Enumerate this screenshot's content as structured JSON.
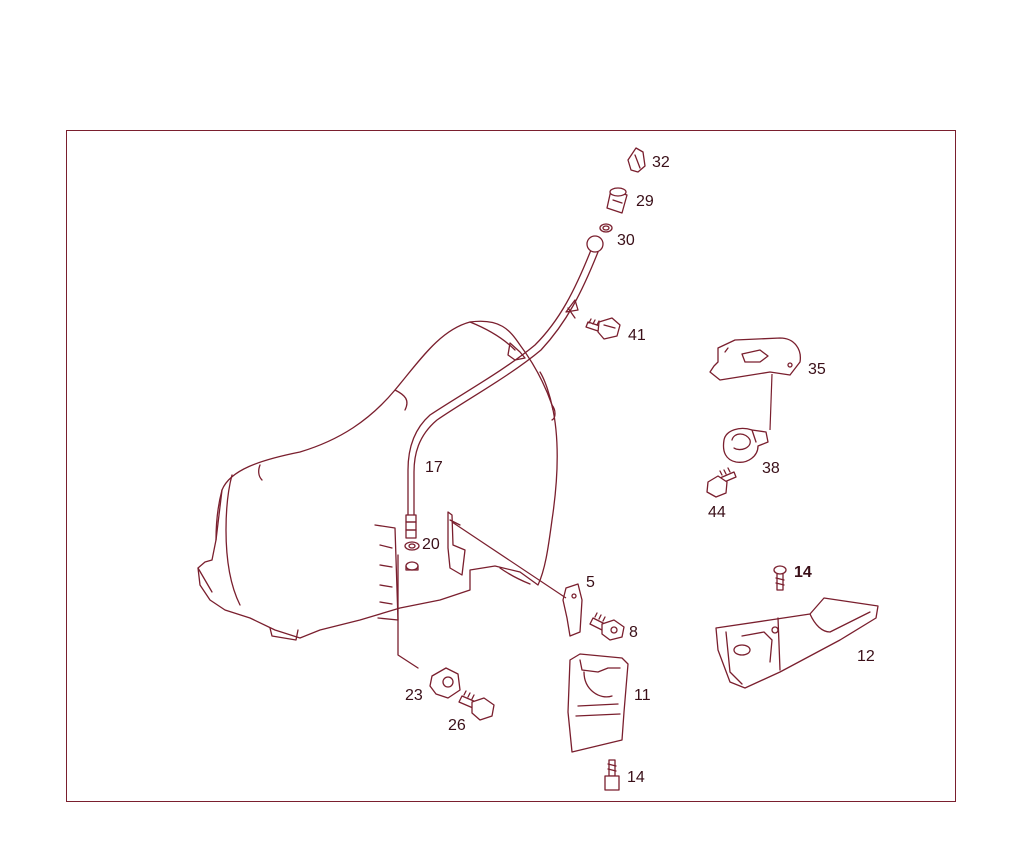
{
  "colors": {
    "line": "#7a1f2e",
    "text": "#3a0f18",
    "background": "#ffffff"
  },
  "callouts": {
    "c32": "32",
    "c29": "29",
    "c30": "30",
    "c41": "41",
    "c35": "35",
    "c38": "38",
    "c44": "44",
    "c17": "17",
    "c20": "20",
    "c5": "5",
    "c8": "8",
    "c14_top": "14",
    "c12": "12",
    "c23": "23",
    "c11": "11",
    "c26": "26",
    "c14_bottom": "14"
  }
}
